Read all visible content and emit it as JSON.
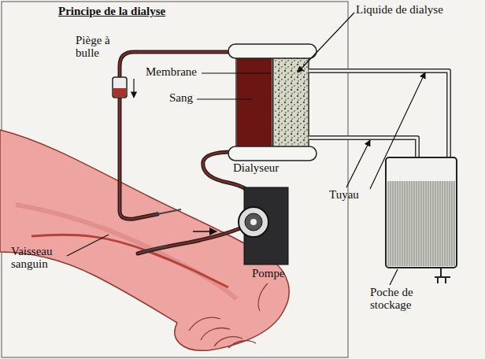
{
  "diagram": {
    "title": "Principe de la dialyse",
    "labels": [
      "Liquide de dialyse",
      "Piège à bulle",
      "Membrane",
      "Sang",
      "Dialyseur",
      "Tuyau",
      "Vaisseau sanguin",
      "Pompe",
      "Poche de stockage"
    ]
  }
}
